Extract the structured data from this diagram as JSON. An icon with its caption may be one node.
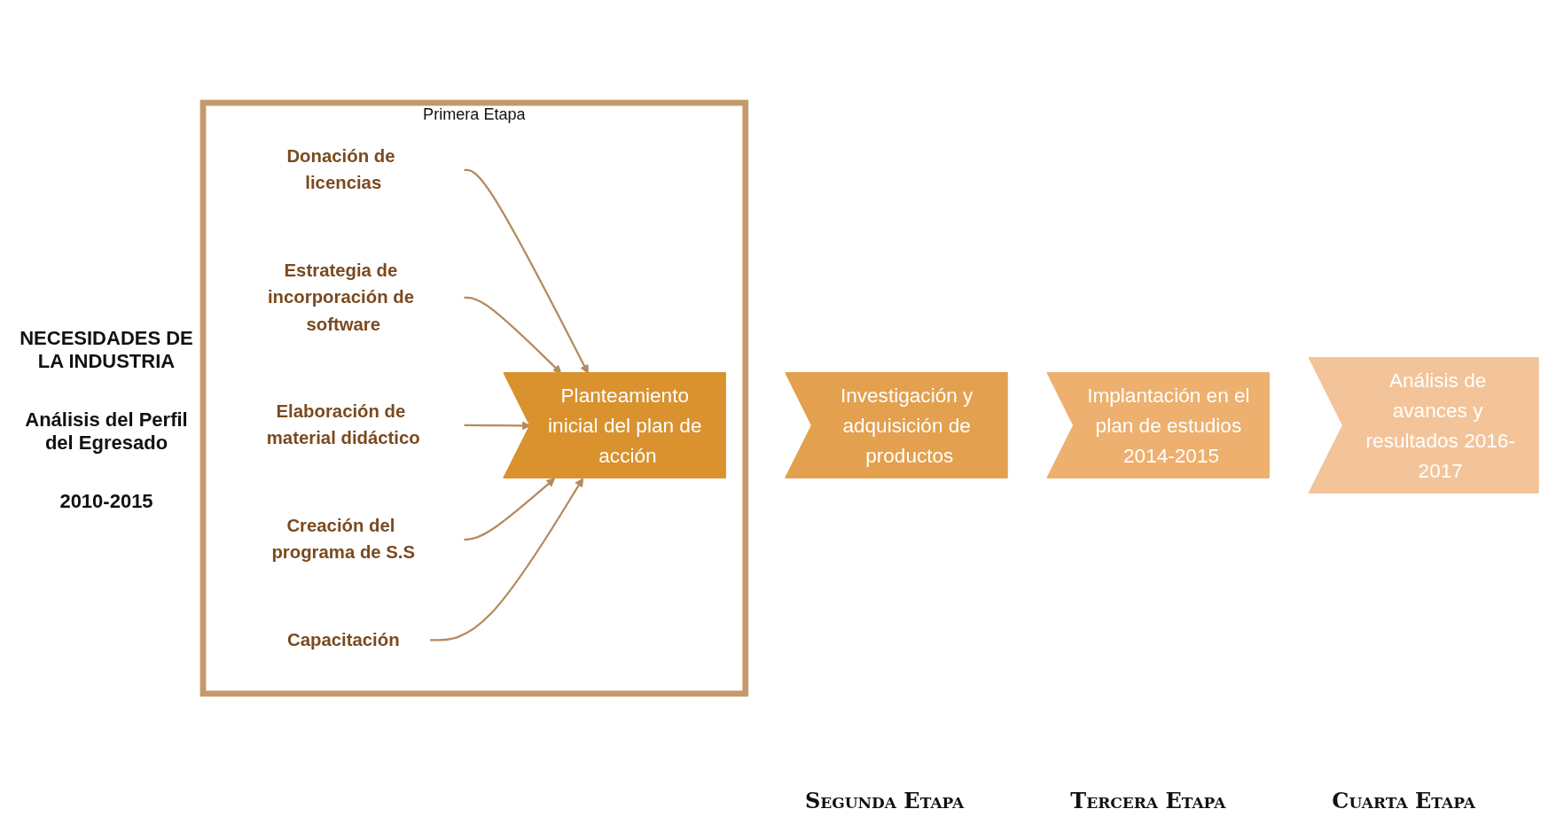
{
  "diagram": {
    "nodes": [
      {
        "text": [
          "Primera Etapa"
        ]
      },
      {
        "text": [
          "Elaboración de material didáctico"
        ],
        "in": 0
      },
      {
        "text": [
          "Estrategia de incorporación de software"
        ],
        "in": 0
      },
      {
        "text": [
          "Donación de licencias"
        ],
        "in": 0
      },
      {
        "text": [
          "Planteamiento inicial del plan de acción"
        ],
        "in": 0
      },
      {
        "text": [
          "Creación del programa de S.S"
        ],
        "in": 0
      },
      {
        "text": [
          "Capacitación"
        ],
        "in": 0
      },
      {
        "text": [
          "Investigación y adquisición de productos"
        ]
      },
      {
        "text": [
          "Implantación en el plan de estudios 2014-2015"
        ]
      },
      {
        "text": [
          "Análisis de avances y resultados 2016-2017"
        ]
      }
    ],
    "edges": [
      {
        "from": 3,
        "to": 4,
        "arrow": "to"
      },
      {
        "from": 2,
        "to": 4,
        "arrow": "to"
      },
      {
        "from": 1,
        "to": 4,
        "arrow": "to"
      },
      {
        "from": 5,
        "to": 4,
        "arrow": "to"
      },
      {
        "from": 6,
        "to": 4,
        "arrow": "to"
      }
    ],
    "labels": [
      "NECESIDADES DE LA INDUSTRIA",
      "Análisis del Perfil del Egresado",
      "2010-2015",
      "Segunda Etapa",
      "Tercera Etapa",
      "Cuarta Etapa"
    ]
  }
}
